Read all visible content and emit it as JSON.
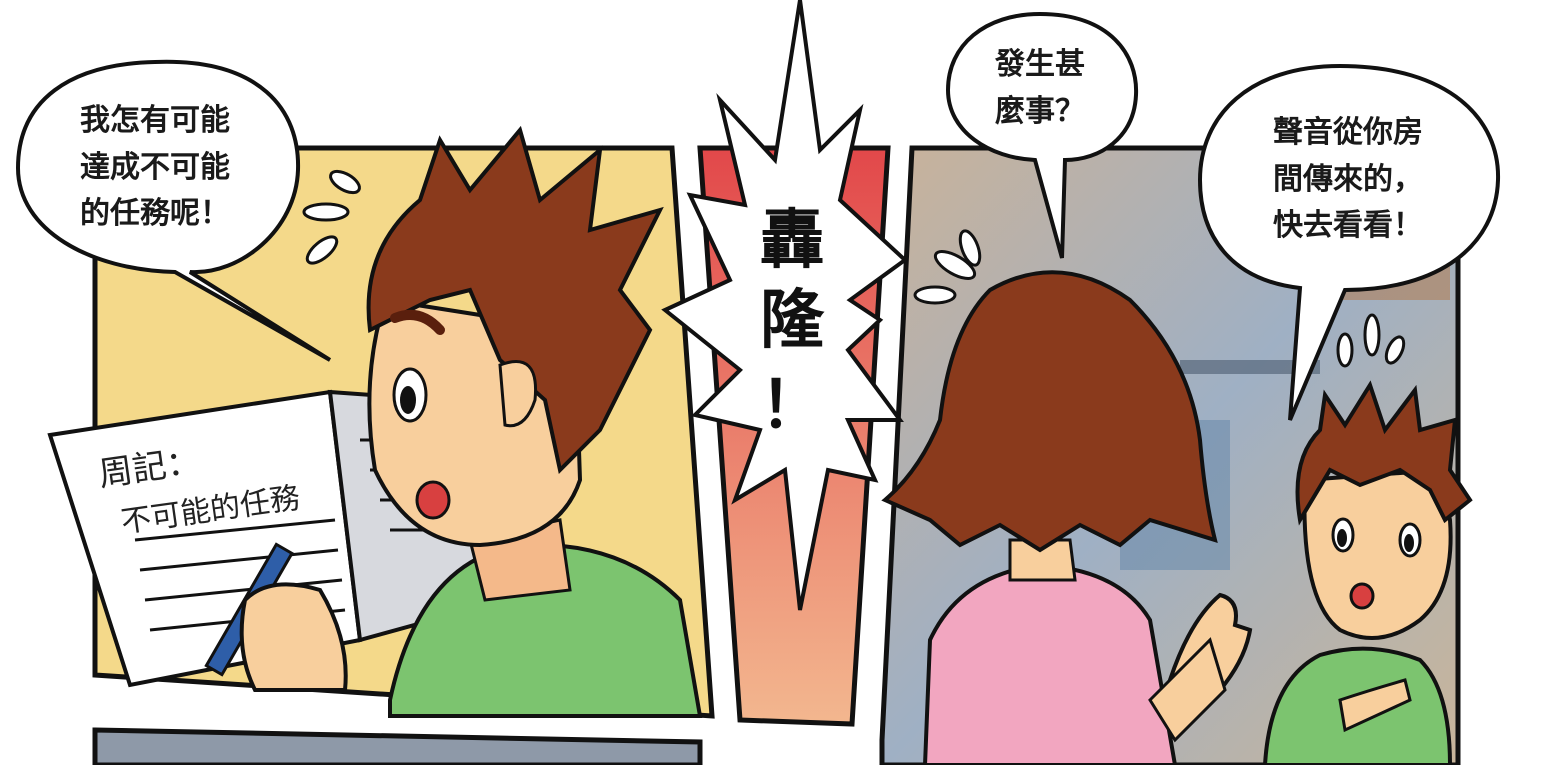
{
  "comic": {
    "panel1": {
      "speech": "我怎有可能\n達成不可能\n的任務呢！",
      "notebook_title": "周記：",
      "notebook_subtitle": "不可能的任務"
    },
    "panel2": {
      "sfx_line1": "轟",
      "sfx_line2": "隆",
      "sfx_line3": "！"
    },
    "panel3": {
      "speech_mother": "發生甚\n麼事？",
      "speech_boy": "聲音從你房\n間傳來的，\n快去看看！"
    }
  },
  "colors": {
    "ink": "#111111",
    "panel1_bg": "#f4d98a",
    "panel2_bg": "#e96a5a",
    "panel3_bg": "#9fb0c4",
    "hair": "#8a3a1c",
    "skin": "#f8cf9d",
    "shirt_green": "#7cc46f",
    "shirt_pink": "#f2a6c0"
  }
}
